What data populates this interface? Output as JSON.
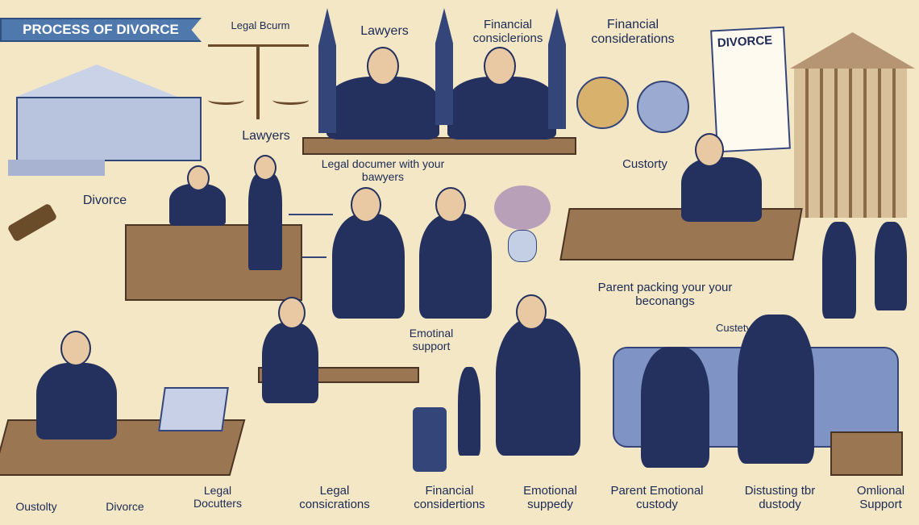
{
  "banner_title": "PROCESS OF DIVORCE",
  "top_labels": [
    "Legal Bcurm",
    "Lawyers",
    "Financial consiclerions",
    "Financial considerations"
  ],
  "document_title": "DIVORCE",
  "scene_labels": {
    "lawyers": "Lawyers",
    "divorce": "Divorce",
    "legal_document": "Legal documer with your bawyers",
    "custody_top": "Custorty",
    "parent_packing": "Parent packing your your beconangs",
    "custody_mid": "Custety",
    "emotional_support": "Emotinal support"
  },
  "bottom_labels": [
    "Oustolty",
    "Divorce",
    "Legal Docutters",
    "Legal consicrations",
    "Financial considertions",
    "Emotional suppedy",
    "Parent Emotional custody",
    "Distusting tbr dustody",
    "Omlional Support"
  ],
  "colors": {
    "background": "#f3e7c6",
    "ink": "#1c2a55",
    "banner": "#4f78ad"
  }
}
